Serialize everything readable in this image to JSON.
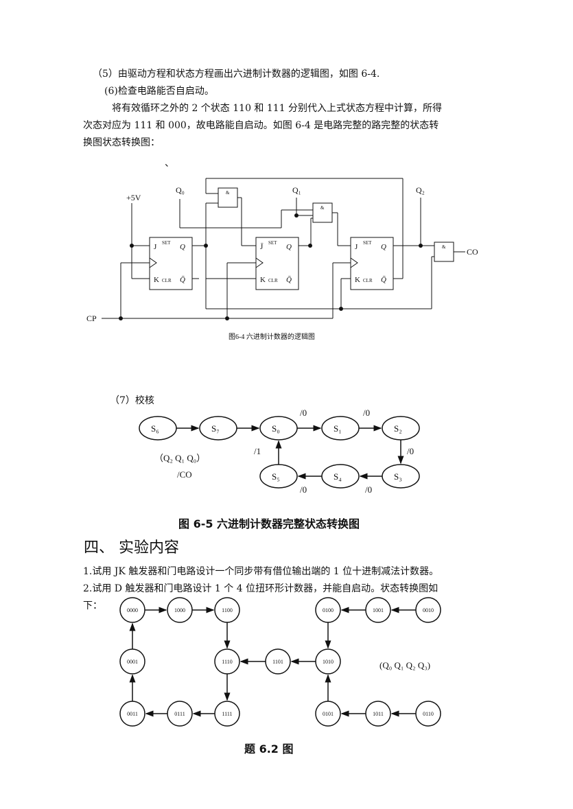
{
  "section5": {
    "line1": "（5）由驱动方程和状态方程画出六进制计数器的逻辑图，如图 6-4.",
    "line2": "(6)检查电路能否自启动。",
    "line3": "将有效循环之外的 2 个状态 110 和 111 分别代入上式状态方程中计算，所得",
    "line4": "次态对应为 111 和 000，故电路能自启动。如图 6-4 是电路完整的路完整的状态转",
    "line5": "换图状态转换图：",
    "stray_mark": "、"
  },
  "circuit": {
    "caption": "图6-4  六进制计数器的逻辑图",
    "vcc": "+5V",
    "clock": "CP",
    "q0": "Q₀",
    "q1": "Q₁",
    "q2": "Q₂",
    "carry_out": "CO",
    "ff_j": "J",
    "ff_j_mid": "J̄",
    "ff_k": "K",
    "ff_set": "SET",
    "ff_clr": "CLR",
    "ff_q": "Q",
    "ff_qbar": "Q̄",
    "gate_sym": "&"
  },
  "section7": {
    "label": "（7）校核",
    "states": [
      "S₆",
      "S₇",
      "S₀",
      "S₁",
      "S₂",
      "S₃",
      "S₄",
      "S₅"
    ],
    "out0": "/0",
    "out1": "/1",
    "legend_vars": "（Q₂ Q₁ Q₀）",
    "legend_out": "/CO",
    "caption": "图 6-5 六进制计数器完整状态转换图"
  },
  "section4": {
    "heading": "四、 实验内容",
    "item1": "1.试用 JK 触发器和门电路设计一个同步带有借位输出端的 1 位十进制减法计数器。",
    "item2": "2.试用 D 触发器和门电路设计 1 个 4 位扭环形计数器，并能自启动。状态转换图如",
    "item2b": "下：",
    "states": {
      "s0000": "0000",
      "s1000": "1000",
      "s1100": "1100",
      "s0001": "0001",
      "s1110": "1110",
      "s0011": "0011",
      "s0111": "0111",
      "s1111": "1111",
      "s0100": "0100",
      "s1001": "1001",
      "s0010": "0010",
      "s1101": "1101",
      "s1010": "1010",
      "s0101": "0101",
      "s1011": "1011",
      "s0110": "0110"
    },
    "legend_vars": "(Q₀ Q₁ Q₂ Q₃)",
    "caption": "题 6.2 图"
  }
}
